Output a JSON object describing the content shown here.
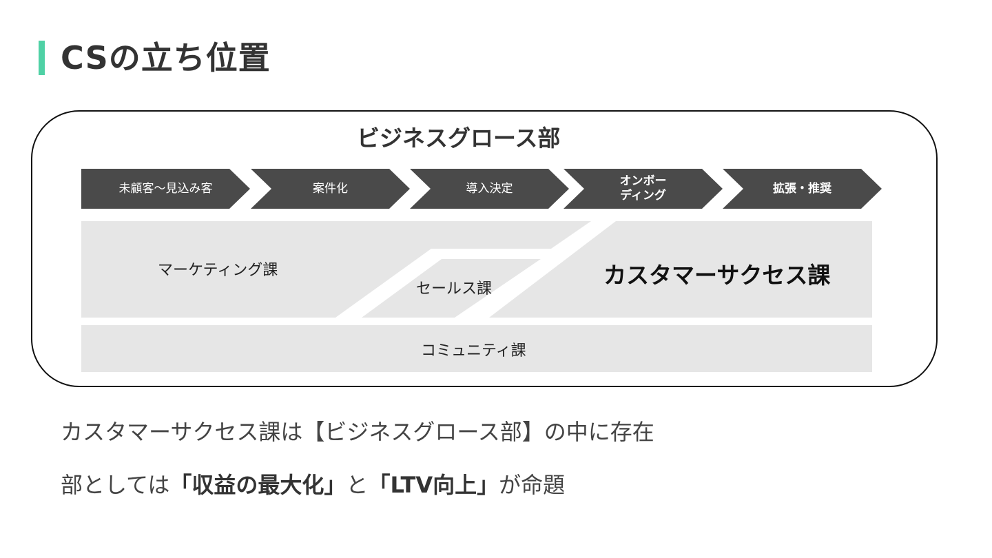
{
  "title": "CSの立ち位置",
  "department": "ビジネスグロース部",
  "stages": [
    {
      "label": "未顧客〜見込み客"
    },
    {
      "label": "案件化"
    },
    {
      "label": "導入決定"
    },
    {
      "label": "オンボー\nディング"
    },
    {
      "label": "拡張・推奨"
    }
  ],
  "teams": {
    "marketing": "マーケティング課",
    "sales": "セールス課",
    "customer_success": "カスタマーサクセス課",
    "community": "コミュニティ課"
  },
  "text": {
    "line1": "カスタマーサクセス課は【ビジネスグロース部】の中に存在",
    "line2_a": "部としては",
    "line2_b": "「収益の最大化」",
    "line2_c": "と",
    "line2_d": "「LTV向上」",
    "line2_e": "が命題"
  },
  "colors": {
    "accent": "#4fd1a5",
    "stage_fill": "#4a4a4a",
    "band_fill": "#e6e6e6"
  }
}
